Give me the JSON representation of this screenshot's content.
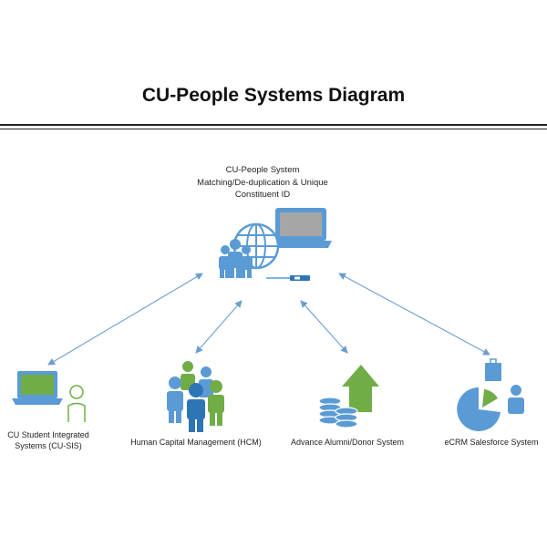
{
  "title": "CU-People Systems Diagram",
  "center": {
    "lines": [
      "CU-People System",
      "Matching/De-duplication & Unique",
      "Constituent ID"
    ],
    "icon": "computer-network-people-icon"
  },
  "nodes": [
    {
      "id": "cu-sis",
      "lines": [
        "CU Student Integrated",
        "Systems (CU-SIS)"
      ],
      "icon": "laptop-user-icon"
    },
    {
      "id": "hcm",
      "lines": [
        "Human Capital Management (HCM)"
      ],
      "icon": "people-group-icon"
    },
    {
      "id": "alumni",
      "lines": [
        "Advance Alumni/Donor System"
      ],
      "icon": "coins-growth-icon"
    },
    {
      "id": "ecrm",
      "lines": [
        "eCRM Salesforce System"
      ],
      "icon": "pie-chart-person-icon"
    }
  ],
  "colors": {
    "blue": "#5b9bd5",
    "dark_blue": "#2e75b6",
    "green": "#70ad47",
    "screen_gray": "#a6a6a6",
    "arrow": "#6a9ed0"
  }
}
